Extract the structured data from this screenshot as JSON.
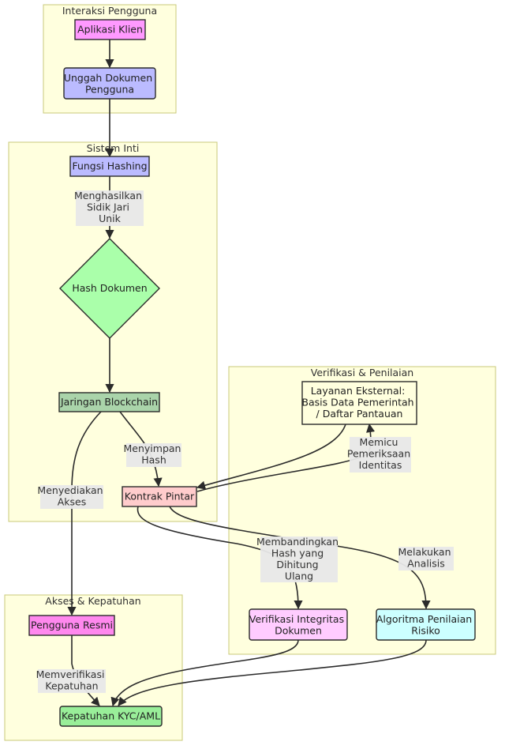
{
  "clusters": {
    "interaction": {
      "title": "Interaksi Pengguna"
    },
    "core": {
      "title": "Sistem Inti"
    },
    "verification": {
      "title": "Verifikasi & Penilaian"
    },
    "access": {
      "title": "Akses & Kepatuhan"
    }
  },
  "nodes": {
    "client_app": {
      "label": [
        "Aplikasi Klien"
      ],
      "fill": "#ff99ff"
    },
    "upload": {
      "label": [
        "Unggah Dokumen",
        "Pengguna"
      ],
      "fill": "#bbbbff"
    },
    "hashing": {
      "label": [
        "Fungsi Hashing"
      ],
      "fill": "#bbbbff"
    },
    "doc_hash": {
      "label": [
        "Hash Dokumen"
      ],
      "fill": "#aaffaa"
    },
    "blockchain": {
      "label": [
        "Jaringan Blockchain"
      ],
      "fill": "#aad4aa"
    },
    "smart_contract": {
      "label": [
        "Kontrak Pintar"
      ],
      "fill": "#ffcccc"
    },
    "external": {
      "label": [
        "Layanan Eksternal:",
        "Basis Data Pemerintah",
        "/ Daftar Pantauan"
      ],
      "fill": "#ffffde"
    },
    "integrity": {
      "label": [
        "Verifikasi Integritas",
        "Dokumen"
      ],
      "fill": "#ffccff"
    },
    "risk": {
      "label": [
        "Algoritma Penilaian",
        "Risiko"
      ],
      "fill": "#ccffff"
    },
    "official": {
      "label": [
        "Pengguna Resmi"
      ],
      "fill": "#ff88ee"
    },
    "kyc": {
      "label": [
        "Kepatuhan KYC/AML"
      ],
      "fill": "#99ee99"
    }
  },
  "edges": {
    "gen_fingerprint": {
      "label": [
        "Menghasilkan",
        "Sidik Jari",
        "Unik"
      ]
    },
    "store_hash": {
      "label": [
        "Menyimpan",
        "Hash"
      ]
    },
    "provide_access": {
      "label": [
        "Menyediakan",
        "Akses"
      ]
    },
    "trigger_check": {
      "label": [
        "Memicu",
        "Pemeriksaan",
        "Identitas"
      ]
    },
    "compare_hash": {
      "label": [
        "Membandingkan",
        "Hash yang",
        "Dihitung",
        "Ulang"
      ]
    },
    "analyze": {
      "label": [
        "Melakukan",
        "Analisis"
      ]
    },
    "verify_compliance": {
      "label": [
        "Memverifikasi",
        "Kepatuhan"
      ]
    }
  }
}
